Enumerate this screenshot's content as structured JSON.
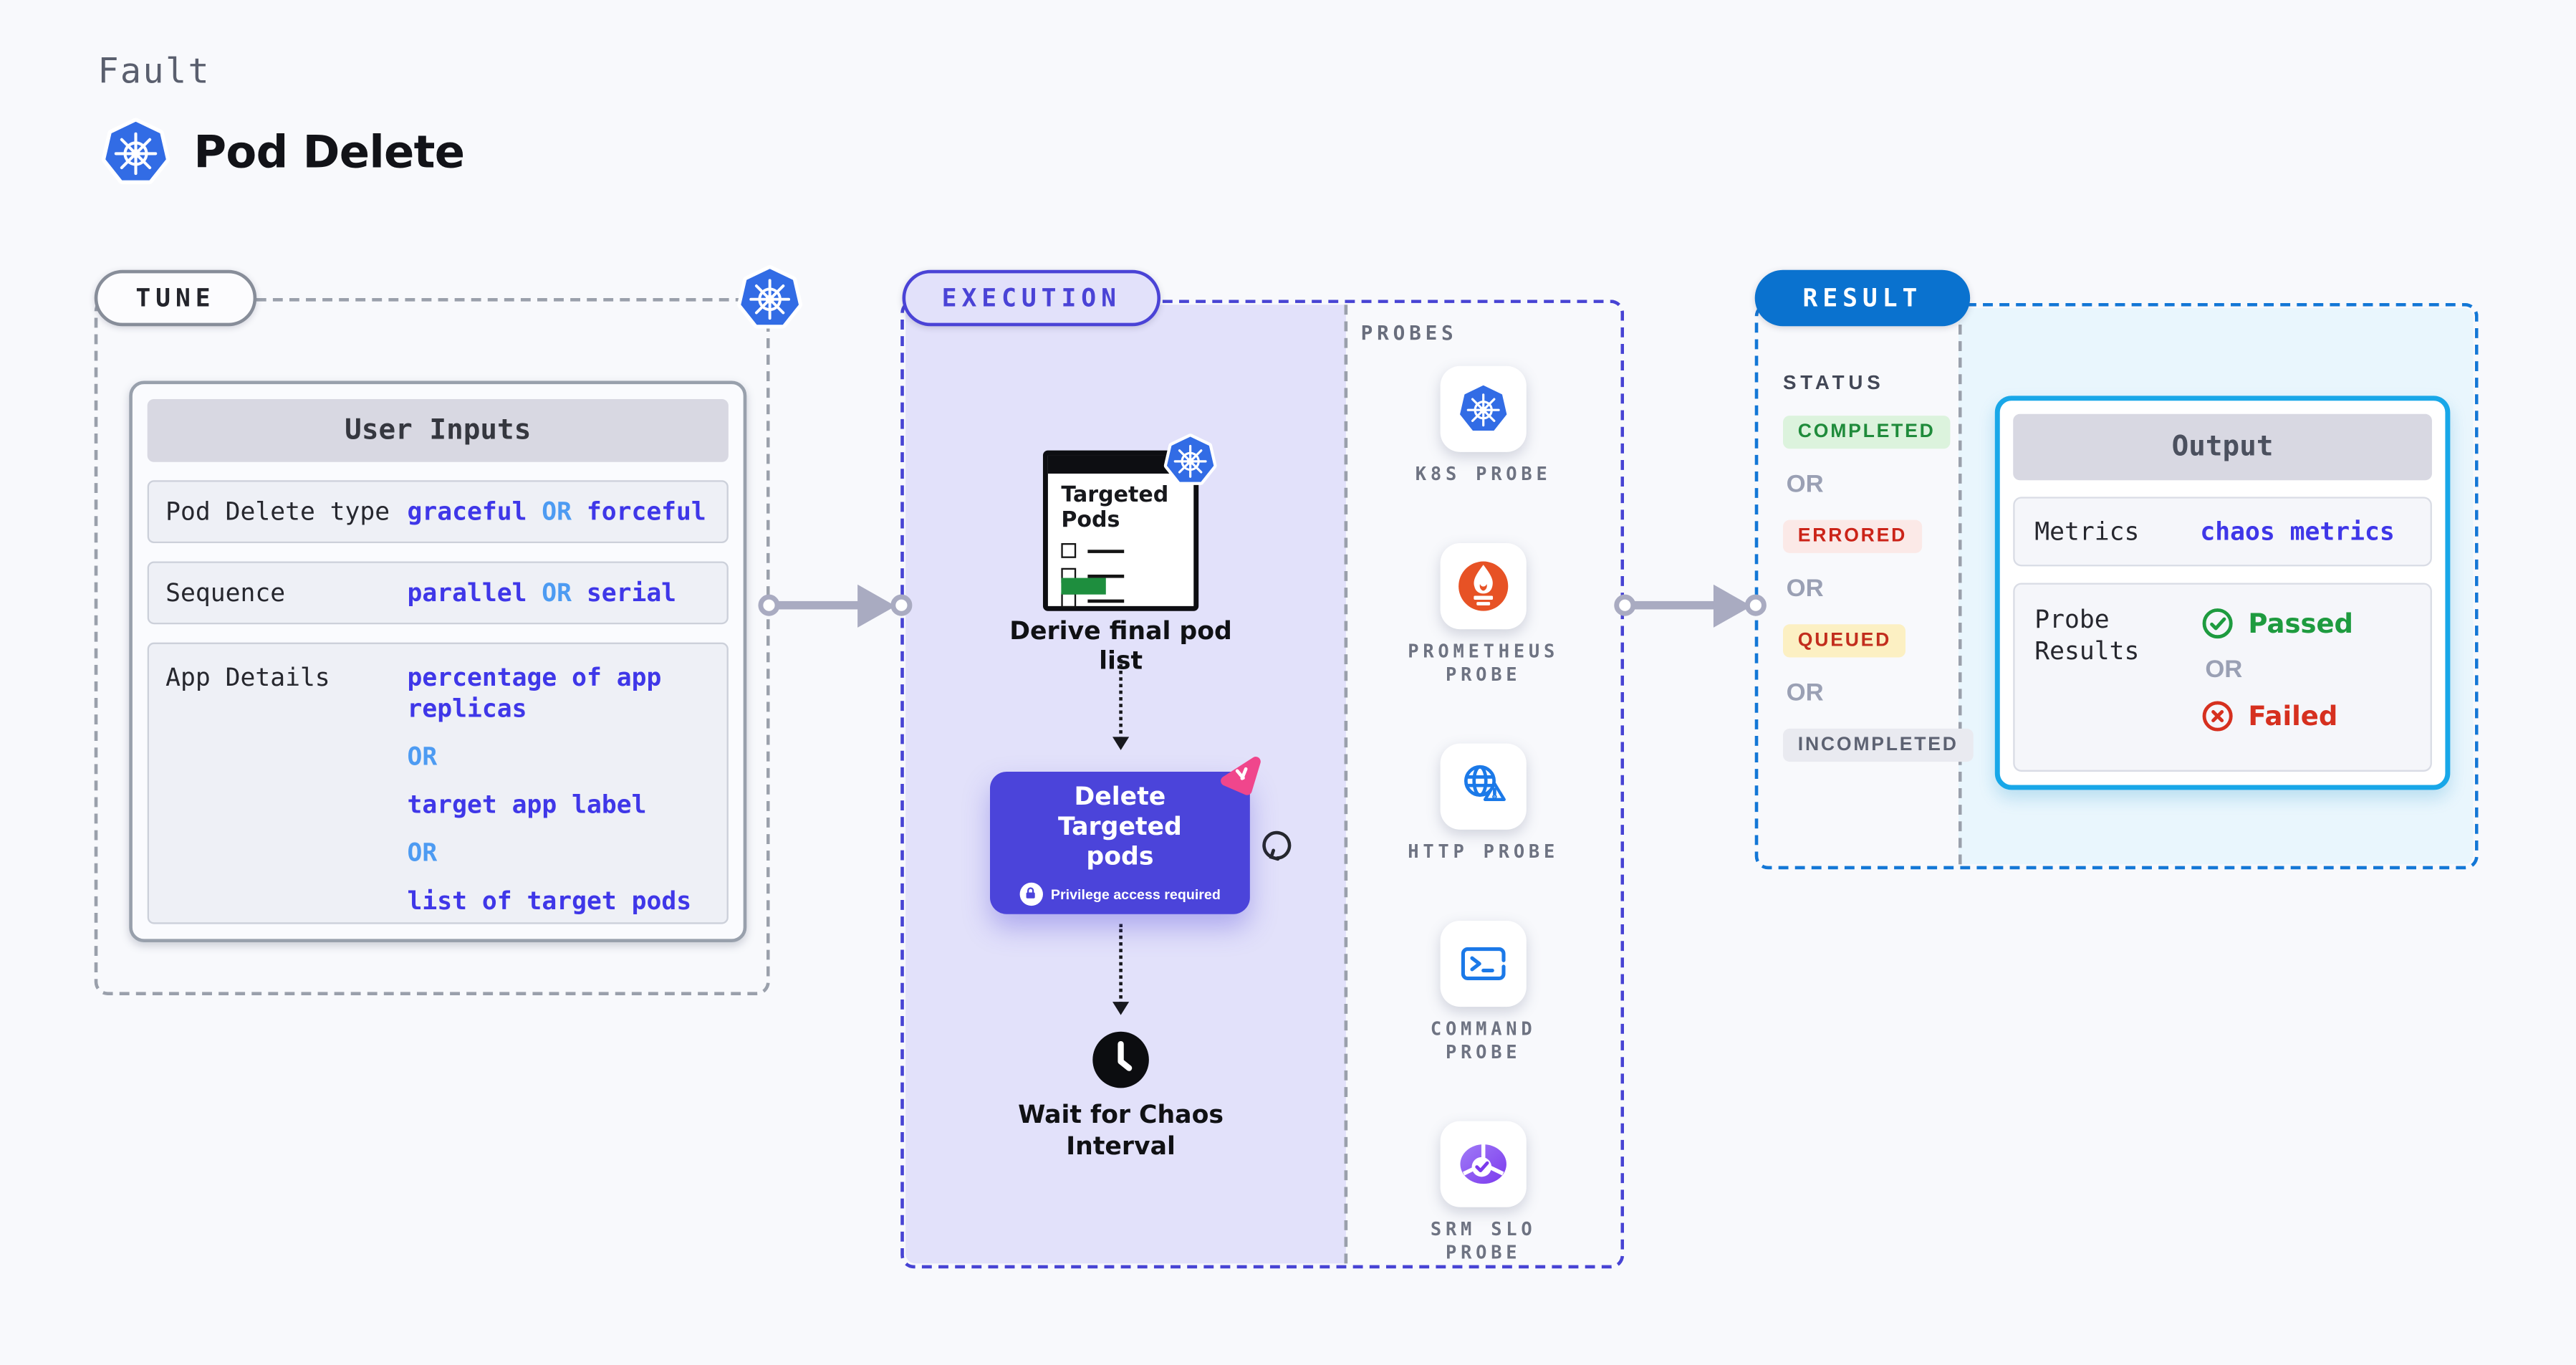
{
  "header": {
    "kicker": "Fault",
    "title": "Pod Delete",
    "logo_icon": "kubernetes-icon"
  },
  "tune": {
    "badge": "TUNE",
    "corner_icon": "kubernetes-icon",
    "card": {
      "title": "User Inputs",
      "rows": [
        {
          "label": "Pod Delete type",
          "stacked": false,
          "parts": [
            {
              "text": "graceful",
              "type": "value"
            },
            {
              "text": "OR",
              "type": "or"
            },
            {
              "text": "forceful",
              "type": "value"
            }
          ]
        },
        {
          "label": "Sequence",
          "stacked": false,
          "parts": [
            {
              "text": "parallel",
              "type": "value"
            },
            {
              "text": "OR",
              "type": "or"
            },
            {
              "text": "serial",
              "type": "value"
            }
          ]
        },
        {
          "label": "App Details",
          "stacked": true,
          "parts": [
            {
              "text": "percentage of app replicas",
              "type": "value"
            },
            {
              "text": "OR",
              "type": "or"
            },
            {
              "text": "target app label",
              "type": "value"
            },
            {
              "text": "OR",
              "type": "or"
            },
            {
              "text": "list of target pods",
              "type": "value"
            }
          ]
        }
      ]
    }
  },
  "execution": {
    "badge": "EXECUTION",
    "pods_card": {
      "title": "Targeted Pods",
      "icon": "kubernetes-icon",
      "checklist_rows": 3
    },
    "derive_label": "Derive final pod list",
    "delete_step": {
      "title": "Delete Targeted pods",
      "note": "Privilege access required",
      "note_icon": "lock-icon",
      "corner_icon": "chaos-icon",
      "side_icon": "retry-loop-icon"
    },
    "wait_label": "Wait for Chaos Interval",
    "probes": {
      "heading": "PROBES",
      "items": [
        {
          "id": "k8s",
          "label": "K8S PROBE",
          "icon": "kubernetes-icon"
        },
        {
          "id": "prometheus",
          "label": "PROMETHEUS PROBE",
          "icon": "prometheus-icon"
        },
        {
          "id": "http",
          "label": "HTTP PROBE",
          "icon": "http-globe-icon"
        },
        {
          "id": "command",
          "label": "COMMAND PROBE",
          "icon": "terminal-icon"
        },
        {
          "id": "srm",
          "label": "SRM SLO PROBE",
          "icon": "srm-slo-icon"
        }
      ]
    }
  },
  "result": {
    "badge": "RESULT",
    "status": {
      "heading": "STATUS",
      "separator": "OR",
      "items": [
        {
          "label": "COMPLETED",
          "variant": "success"
        },
        {
          "label": "ERRORED",
          "variant": "error"
        },
        {
          "label": "QUEUED",
          "variant": "warning"
        },
        {
          "label": "INCOMPLETED",
          "variant": "neutral"
        }
      ]
    },
    "output": {
      "title": "Output",
      "metrics_label": "Metrics",
      "metrics_value": "chaos metrics",
      "probe_results_label": "Probe Results",
      "passed": "Passed",
      "separator": "OR",
      "failed": "Failed"
    }
  },
  "colors": {
    "accent_indigo": "#4a43d6",
    "panel_purple": "#e2e1fa",
    "value_blue": "#3f37e8",
    "or_blue": "#4d9bf2",
    "result_blue": "#0a72cf",
    "output_border": "#18a7e8",
    "kubernetes_blue": "#326ce5",
    "dashed_gray": "#9aa0ab",
    "connector_gray": "#a9abc1",
    "success_text": "#1f8b3b",
    "success_bg": "#dcf3dd",
    "error_text": "#cb2318",
    "error_bg": "#fbe9e7",
    "warning_text": "#c22d1d",
    "warning_bg": "#fcf0c3",
    "neutral_text": "#5d6272",
    "neutral_bg": "#e9eaf0",
    "passed_green": "#1e9b3f",
    "failed_red": "#d6301f",
    "probe_icon_blue": "#1b79e8",
    "prometheus_orange": "#e75225",
    "srm_purple": "#7c3aed",
    "chaos_pink": "#f0468c",
    "background": "#f8f9fc"
  }
}
